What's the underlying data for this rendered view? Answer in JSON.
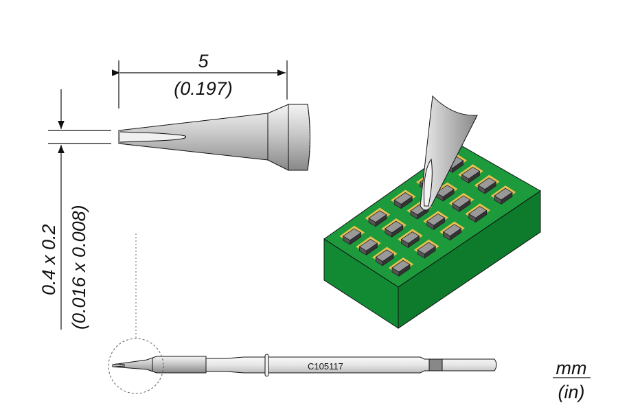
{
  "dimensions": {
    "length_mm": "5",
    "length_in": "(0.197)",
    "tip_mm": "0.4 x 0.2",
    "tip_in": "(0.016 x 0.008)"
  },
  "part_number": "C105117",
  "units": {
    "primary": "mm",
    "secondary": "(in)"
  },
  "colors": {
    "pcb_top": "#1c9a3c",
    "pcb_side": "#0f7a2c",
    "pad": "#e8c050",
    "line": "#111111"
  }
}
